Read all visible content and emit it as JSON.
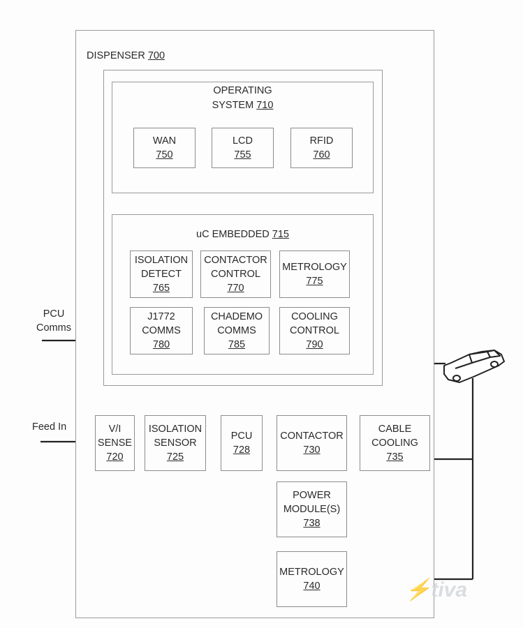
{
  "dispenser": {
    "label": "DISPENSER",
    "num": "700"
  },
  "os": {
    "line1": "OPERATING",
    "line2": "SYSTEM",
    "num": "710"
  },
  "os_blocks": [
    {
      "label": "WAN",
      "num": "750"
    },
    {
      "label": "LCD",
      "num": "755"
    },
    {
      "label": "RFID",
      "num": "760"
    }
  ],
  "uc": {
    "label": "uC EMBEDDED",
    "num": "715"
  },
  "uc_blocks": [
    {
      "line1": "ISOLATION",
      "line2": "DETECT",
      "num": "765"
    },
    {
      "line1": "CONTACTOR",
      "line2": "CONTROL",
      "num": "770"
    },
    {
      "line1": "METROLOGY",
      "line2": "",
      "num": "775"
    },
    {
      "line1": "J1772",
      "line2": "COMMS",
      "num": "780"
    },
    {
      "line1": "CHADEMO",
      "line2": "COMMS",
      "num": "785"
    },
    {
      "line1": "COOLING",
      "line2": "CONTROL",
      "num": "790"
    }
  ],
  "bottom_blocks": [
    {
      "line1": "V/I",
      "line2": "SENSE",
      "num": "720"
    },
    {
      "line1": "ISOLATION",
      "line2": "SENSOR",
      "num": "725"
    },
    {
      "line1": "PCU",
      "line2": "",
      "num": "728"
    },
    {
      "line1": "CONTACTOR",
      "line2": "",
      "num": "730"
    },
    {
      "line1": "CABLE",
      "line2": "COOLING",
      "num": "735"
    }
  ],
  "power_module": {
    "line1": "POWER",
    "line2": "MODULE(S)",
    "num": "738"
  },
  "metrology_out": {
    "line1": "METROLOGY",
    "num": "740"
  },
  "external": {
    "pcu_comms_1": "PCU",
    "pcu_comms_2": "Comms",
    "feed_in": "Feed In"
  },
  "icons": {
    "vehicle": "car-icon",
    "arrow": "double-arrow-icon"
  },
  "colors": {
    "line": "#222222",
    "border": "#9a9a9a",
    "car": "#ffffff"
  }
}
